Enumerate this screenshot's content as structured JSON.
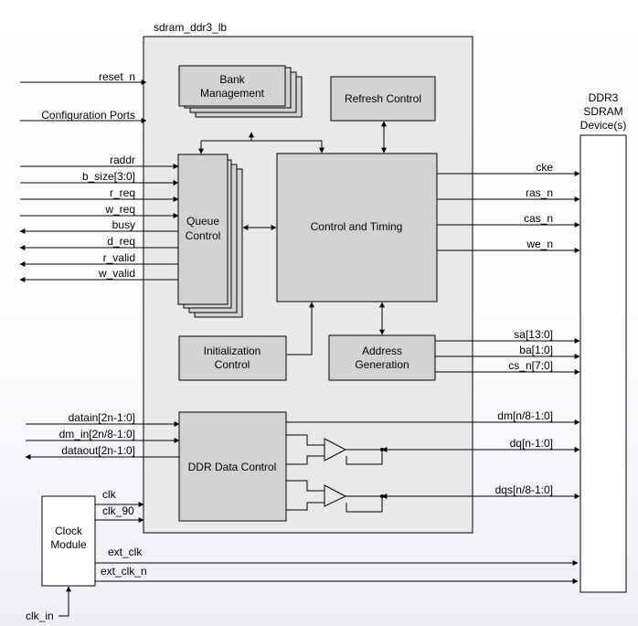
{
  "module_title": "sdram_ddr3_lb",
  "device": {
    "line1": "DDR3",
    "line2": "SDRAM",
    "line3": "Device(s)"
  },
  "blocks": {
    "bank_management": {
      "line1": "Bank",
      "line2": "Management"
    },
    "refresh_control": "Refresh Control",
    "queue_control": {
      "line1": "Queue",
      "line2": "Control"
    },
    "control_timing": "Control and Timing",
    "initialization_control": {
      "line1": "Initialization",
      "line2": "Control"
    },
    "address_generation": {
      "line1": "Address",
      "line2": "Generation"
    },
    "ddr_data_control": "DDR Data Control",
    "clock_module": {
      "line1": "Clock",
      "line2": "Module"
    }
  },
  "left_signals": {
    "reset_n": "reset_n",
    "configuration_ports": "Configuration Ports",
    "raddr": "raddr",
    "b_size": "b_size[3:0]",
    "r_req": "r_req",
    "w_req": "w_req",
    "busy": "busy",
    "d_req": "d_req",
    "r_valid": "r_valid",
    "w_valid": "w_valid",
    "datain": "datain[2n-1:0]",
    "dm_in": "dm_in[2n/8-1:0]",
    "dataout": "dataout[2n-1:0]"
  },
  "right_signals": {
    "cke": "cke",
    "ras_n": "ras_n",
    "cas_n": "cas_n",
    "we_n": "we_n",
    "sa": "sa[13:0]",
    "ba": "ba[1:0]",
    "cs_n": "cs_n[7:0]",
    "dm": "dm[n/8-1:0]",
    "dq": "dq[n-1:0]",
    "dqs": "dqs[n/8-1:0]"
  },
  "clock_signals": {
    "clk": "clk",
    "clk_90": "clk_90",
    "ext_clk": "ext_clk",
    "ext_clk_n": "ext_clk_n",
    "clk_in": "clk_in"
  }
}
